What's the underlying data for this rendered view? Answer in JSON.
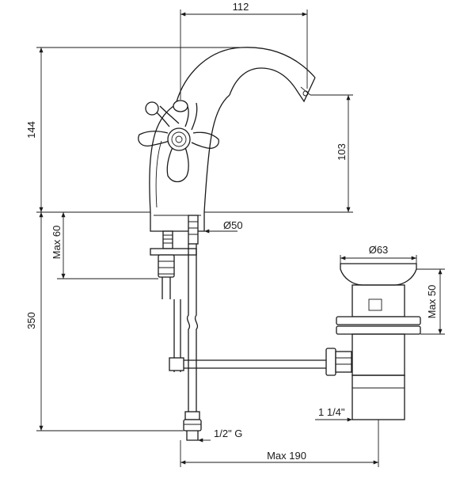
{
  "dimensions": {
    "spout_reach": "112",
    "total_height": "144",
    "spout_height": "103",
    "flange_diameter": "Ø50",
    "max_deck_thickness": "Max 60",
    "tail_length": "350",
    "waste_diameter": "Ø63",
    "waste_max_thickness": "Max 50",
    "waste_thread": "1 1/4\"",
    "supply_thread": "1/2\" G",
    "max_distance": "Max 190"
  },
  "colors": {
    "line": "#1a1a1a",
    "background": "#ffffff"
  }
}
